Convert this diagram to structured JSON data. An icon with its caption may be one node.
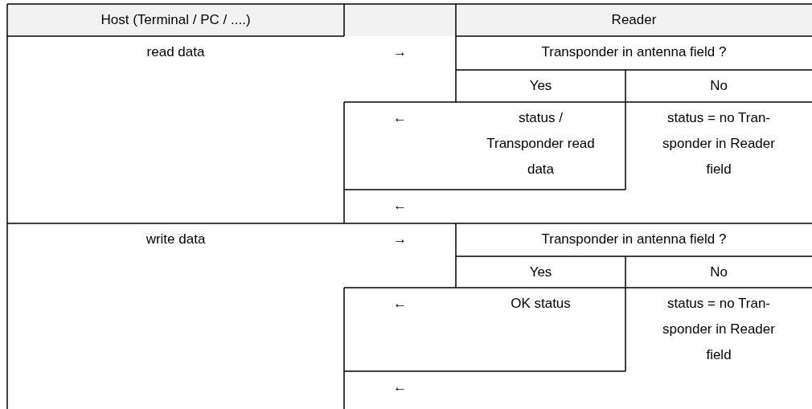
{
  "diagram": {
    "nodes": [
      {
        "text": [
          "Host (Terminal / PC / ....)"
        ]
      },
      {
        "text": [
          "Reader"
        ]
      },
      {
        "text": [
          "read data"
        ]
      },
      {
        "text": [
          "Transponder in antenna field ?"
        ]
      },
      {
        "text": [
          "Yes"
        ]
      },
      {
        "text": [
          "No"
        ]
      },
      {
        "text": [
          "status / Transponder read data"
        ]
      },
      {
        "text": [
          "status = no Tran-sponder in Reader field"
        ]
      },
      {
        "text": [
          "write data"
        ]
      },
      {
        "text": [
          "Transponder in antenna field ?"
        ]
      },
      {
        "text": [
          "Yes"
        ]
      },
      {
        "text": [
          "No"
        ]
      },
      {
        "text": [
          "OK status"
        ]
      },
      {
        "text": [
          "status = no Tran-sponder in Reader field"
        ]
      }
    ],
    "labels": [
      "→",
      "←",
      "←",
      "→",
      "←",
      "←"
    ]
  }
}
